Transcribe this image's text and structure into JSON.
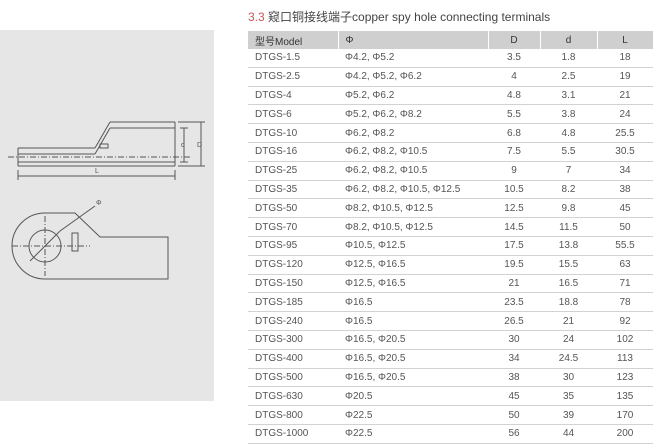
{
  "heading": {
    "number": "3.3",
    "title": "窥口铜接线端子copper spy hole connecting terminals"
  },
  "drawing": {
    "label_d": "d",
    "label_D": "D",
    "label_L": "L",
    "label_phi": "Φ"
  },
  "table": {
    "headers": [
      "型号Model",
      "Φ",
      "D",
      "d",
      "L"
    ],
    "rows": [
      [
        "DTGS-1.5",
        "Φ4.2, Φ5.2",
        "3.5",
        "1.8",
        "18"
      ],
      [
        "DTGS-2.5",
        "Φ4.2, Φ5.2, Φ6.2",
        "4",
        "2.5",
        "19"
      ],
      [
        "DTGS-4",
        "Φ5.2, Φ6.2",
        "4.8",
        "3.1",
        "21"
      ],
      [
        "DTGS-6",
        "Φ5.2, Φ6.2, Φ8.2",
        "5.5",
        "3.8",
        "24"
      ],
      [
        "DTGS-10",
        "Φ6.2, Φ8.2",
        "6.8",
        "4.8",
        "25.5"
      ],
      [
        "DTGS-16",
        "Φ6.2, Φ8.2, Φ10.5",
        "7.5",
        "5.5",
        "30.5"
      ],
      [
        "DTGS-25",
        "Φ6.2, Φ8.2, Φ10.5",
        "9",
        "7",
        "34"
      ],
      [
        "DTGS-35",
        "Φ6.2, Φ8.2, Φ10.5, Φ12.5",
        "10.5",
        "8.2",
        "38"
      ],
      [
        "DTGS-50",
        "Φ8.2, Φ10.5, Φ12.5",
        "12.5",
        "9.8",
        "45"
      ],
      [
        "DTGS-70",
        "Φ8.2, Φ10.5, Φ12.5",
        "14.5",
        "11.5",
        "50"
      ],
      [
        "DTGS-95",
        "Φ10.5, Φ12.5",
        "17.5",
        "13.8",
        "55.5"
      ],
      [
        "DTGS-120",
        "Φ12.5, Φ16.5",
        "19.5",
        "15.5",
        "63"
      ],
      [
        "DTGS-150",
        "Φ12.5, Φ16.5",
        "21",
        "16.5",
        "71"
      ],
      [
        "DTGS-185",
        "Φ16.5",
        "23.5",
        "18.8",
        "78"
      ],
      [
        "DTGS-240",
        "Φ16.5",
        "26.5",
        "21",
        "92"
      ],
      [
        "DTGS-300",
        "Φ16.5, Φ20.5",
        "30",
        "24",
        "102"
      ],
      [
        "DTGS-400",
        "Φ16.5, Φ20.5",
        "34",
        "24.5",
        "113"
      ],
      [
        "DTGS-500",
        "Φ16.5, Φ20.5",
        "38",
        "30",
        "123"
      ],
      [
        "DTGS-630",
        "Φ20.5",
        "45",
        "35",
        "135"
      ],
      [
        "DTGS-800",
        "Φ22.5",
        "50",
        "39",
        "170"
      ],
      [
        "DTGS-1000",
        "Φ22.5",
        "56",
        "44",
        "200"
      ]
    ]
  }
}
